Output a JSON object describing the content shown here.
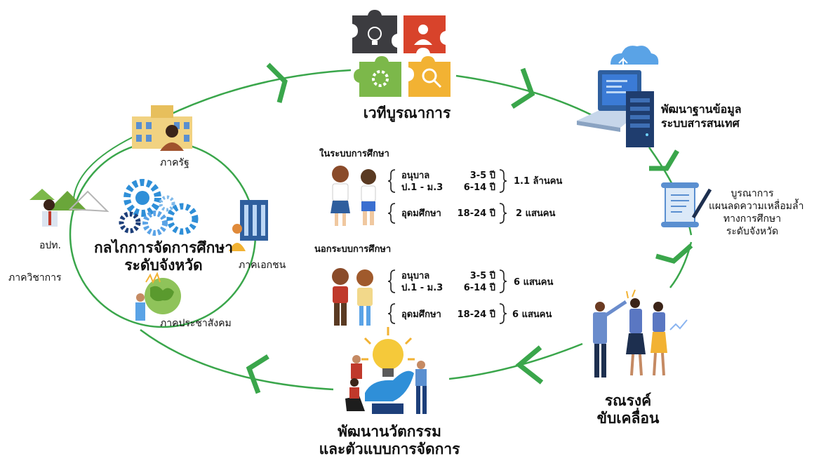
{
  "colors": {
    "cycle_green": "#3aa64b",
    "puzzle_dark": "#3c3c40",
    "puzzle_red": "#d8432b",
    "puzzle_green": "#7cb84a",
    "puzzle_yellow": "#f2b233",
    "gear_blue": "#2f8fd8",
    "gear_dark": "#1d3f7a"
  },
  "cycle": {
    "integration_forum": "เวทีบูรณาการ",
    "database_line1": "พัฒนาฐานข้อมูล",
    "database_line2": "ระบบสารสนเทศ",
    "plan_line1": "บูรณาการ",
    "plan_line2": "แผนลดความเหลื่อมล้ำ",
    "plan_line3": "ทางการศึกษา",
    "plan_line4": "ระดับจังหวัด",
    "campaign_line1": "รณรงค์",
    "campaign_line2": "ขับเคลื่อน",
    "innovation_line1": "พัฒนานวัตกรรม",
    "innovation_line2": "และตัวแบบการจัดการ"
  },
  "mechanism": {
    "title_line1": "กลไกการจัดการศึกษา",
    "title_line2": "ระดับจังหวัด",
    "government": "ภาครัฐ",
    "private": "ภาคเอกชน",
    "civil": "ภาคประชาสังคม",
    "local": "อปท.",
    "academic": "ภาควิชาการ"
  },
  "in_system": {
    "title": "ในระบบการศึกษา",
    "rows": [
      {
        "level": "อนุบาล",
        "age": "3-5 ปี"
      },
      {
        "level": "ป.1 - ม.3",
        "age": "6-14 ปี"
      }
    ],
    "group_total": "1.1 ล้านคน",
    "higher": {
      "level": "อุดมศึกษา",
      "age": "18-24 ปี",
      "total": "2 แสนคน"
    }
  },
  "out_system": {
    "title": "นอกระบบการศึกษา",
    "rows": [
      {
        "level": "อนุบาล",
        "age": "3-5 ปี"
      },
      {
        "level": "ป.1 - ม.3",
        "age": "6-14 ปี"
      }
    ],
    "group_total": "6 แสนคน",
    "higher": {
      "level": "อุดมศึกษา",
      "age": "18-24 ปี",
      "total": "6 แสนคน"
    }
  },
  "icons": {
    "puzzle": "puzzle-icon",
    "server": "server-laptop-icon",
    "document": "document-pen-icon",
    "team": "team-high-five-icon",
    "innovation": "lightbulb-hand-icon",
    "gears": "gears-icon",
    "school": "school-building-icon",
    "office": "office-building-icon",
    "globe": "globe-people-icon",
    "house": "house-person-icon",
    "students": "students-icon"
  }
}
